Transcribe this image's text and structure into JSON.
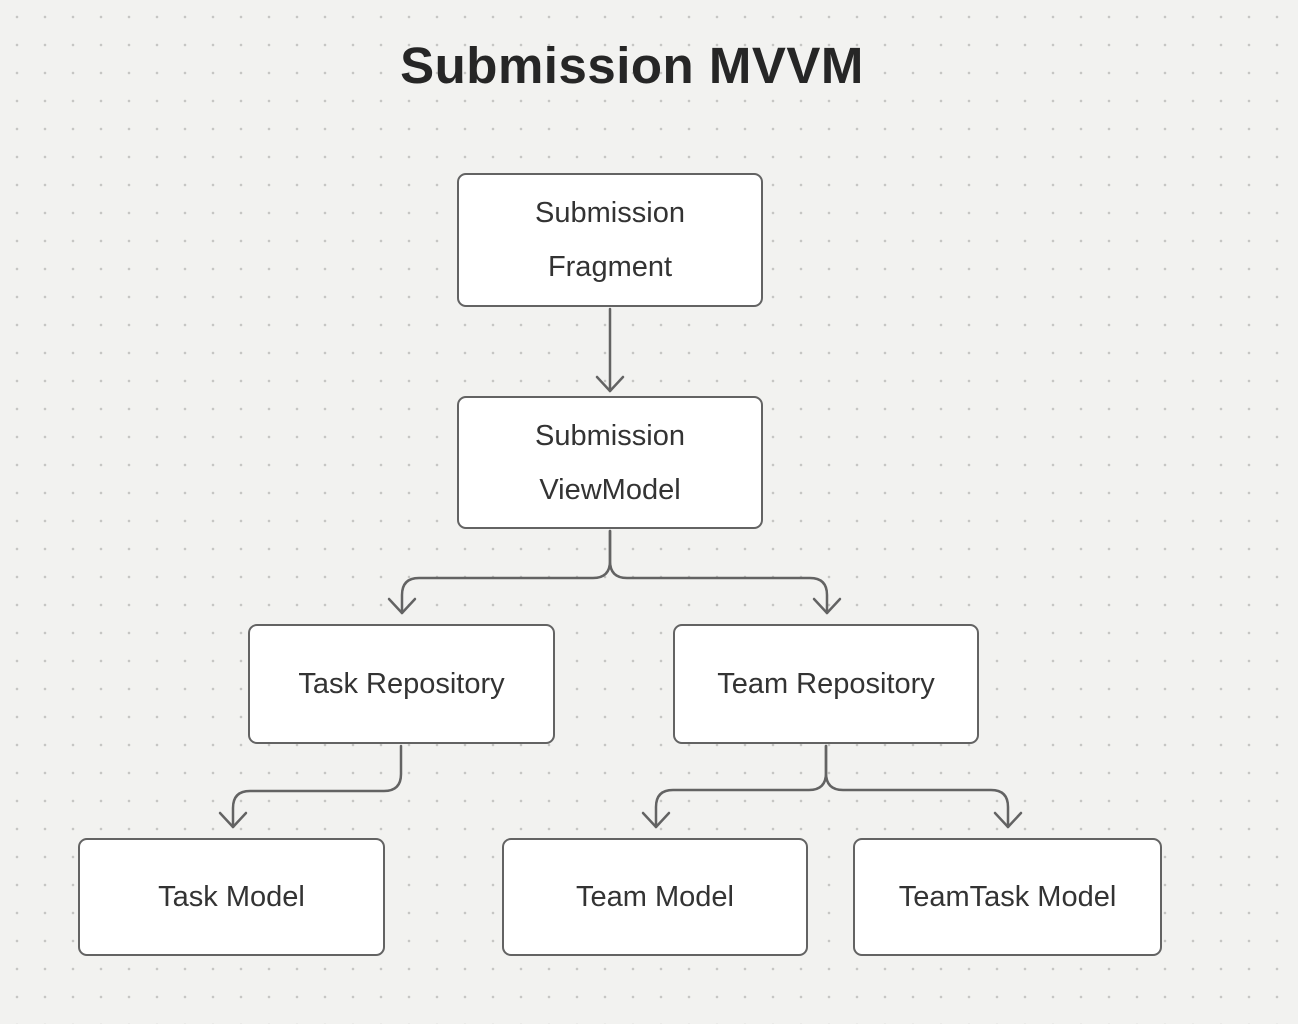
{
  "title": "Submission MVVM",
  "colors": {
    "background": "#f2f2f0",
    "grid_dot": "#c6c6c4",
    "box_fill": "#ffffff",
    "box_border": "#636363",
    "connector": "#636363",
    "node_text": "#333333",
    "title_text": "#262626"
  },
  "nodes": {
    "submission_fragment": {
      "label": "Submission Fragment",
      "lines": [
        "Submission",
        "Fragment"
      ]
    },
    "submission_viewmodel": {
      "label": "Submission ViewModel",
      "lines": [
        "Submission",
        "ViewModel"
      ]
    },
    "task_repository": {
      "label": "Task Repository",
      "lines": [
        "Task Repository"
      ]
    },
    "team_repository": {
      "label": "Team Repository",
      "lines": [
        "Team Repository"
      ]
    },
    "task_model": {
      "label": "Task Model",
      "lines": [
        "Task Model"
      ]
    },
    "team_model": {
      "label": "Team Model",
      "lines": [
        "Team Model"
      ]
    },
    "teamtask_model": {
      "label": "TeamTask Model",
      "lines": [
        "TeamTask Model"
      ]
    }
  },
  "edges": [
    {
      "from": "Submission Fragment",
      "to": "Submission ViewModel"
    },
    {
      "from": "Submission ViewModel",
      "to": "Task Repository"
    },
    {
      "from": "Submission ViewModel",
      "to": "Team Repository"
    },
    {
      "from": "Task Repository",
      "to": "Task Model"
    },
    {
      "from": "Team Repository",
      "to": "Team Model"
    },
    {
      "from": "Team Repository",
      "to": "TeamTask Model"
    }
  ]
}
